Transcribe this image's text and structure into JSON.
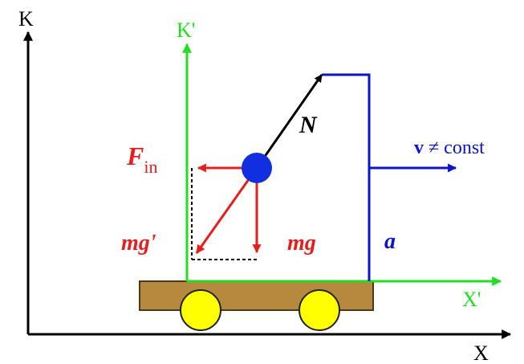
{
  "axes": {
    "k_label": "K",
    "x_label": "X",
    "k_prime_label": "K'",
    "x_prime_label": "X'"
  },
  "labels": {
    "n_force": "N",
    "f_in_main": "F",
    "f_in_sub": "in",
    "mg_prime": "mg'",
    "mg_main": "m",
    "mg_bold": "g",
    "velocity_bold": "v",
    "velocity_rest": " ≠ const",
    "acceleration": "a"
  },
  "colors": {
    "axes_black": "#000000",
    "frame_green": "#22dd22",
    "force_red": "#e61e1e",
    "frame_blue": "#0a14c8",
    "ball_blue": "#1030e0",
    "cart_brown": "#b7893e",
    "wheel_yellow": "#ffff00"
  },
  "icons": {
    "pendulum_bob": "blue-ball-icon",
    "wheels": "cart-wheel-icon"
  }
}
